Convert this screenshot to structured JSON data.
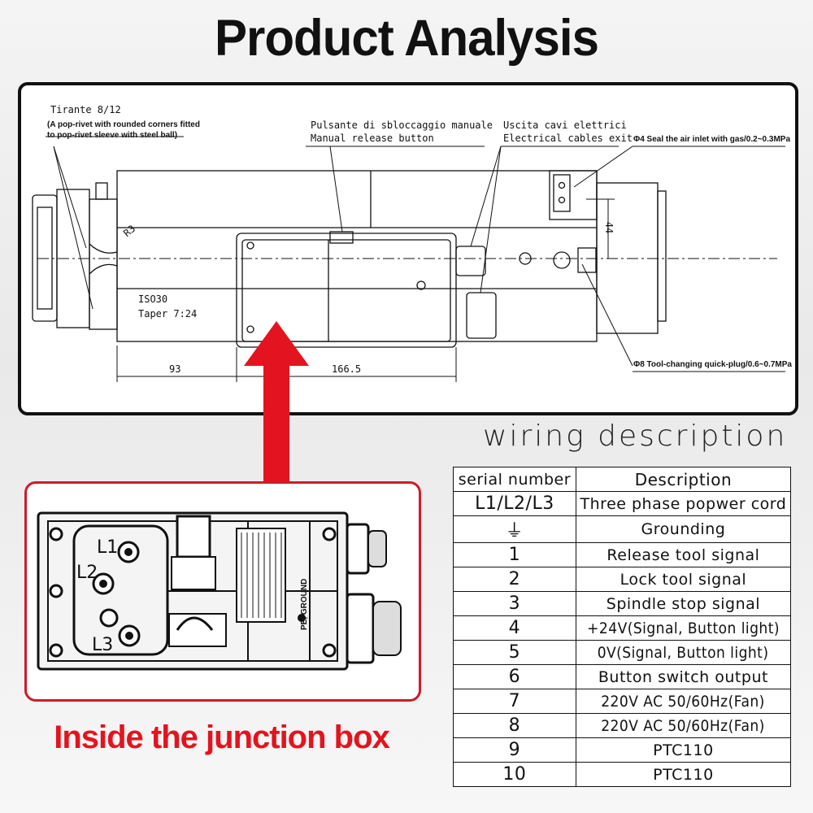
{
  "title": "Product Analysis",
  "drawing": {
    "tirante": "Tirante 8/12",
    "tirante_note_1": "(A pop-rivet with rounded corners fitted",
    "tirante_note_2": "to pop-rivet sleeve with steel ball)",
    "release_it": "Pulsante di sbloccaggio manuale",
    "release_en": "Manual release button",
    "cables_it": "Uscita cavi elettrici",
    "cables_en": "Electrical cables exit",
    "air_seal": "Φ4 Seal the air inlet with gas/0.2~0.3MPa",
    "taper_1": "ISO30",
    "taper_2": "Taper 7:24",
    "quick_plug": "Φ8 Tool-changing quick-plug/0.6~0.7MPa",
    "dim_93": "93",
    "dim_166": "166.5",
    "dim_44": "44",
    "radius": "R3"
  },
  "junction": {
    "caption": "Inside the junction box",
    "labels": [
      "L1",
      "L2",
      "L3"
    ],
    "pe_label": "PE, GROUND"
  },
  "wiring": {
    "heading": "wiring description",
    "header": {
      "serial": "serial number",
      "description": "Description"
    },
    "rows": [
      {
        "serial": "L1/L2/L3",
        "description": "Three phase popwer cord"
      },
      {
        "serial": "⏚",
        "description": "Grounding"
      },
      {
        "serial": "1",
        "description": "Release tool signal"
      },
      {
        "serial": "2",
        "description": "Lock tool signal"
      },
      {
        "serial": "3",
        "description": "Spindle stop signal"
      },
      {
        "serial": "4",
        "description": "+24V(Signal, Button light)"
      },
      {
        "serial": "5",
        "description": "0V(Signal, Button light)"
      },
      {
        "serial": "6",
        "description": "Button switch output"
      },
      {
        "serial": "7",
        "description": "220V AC 50/60Hz(Fan)"
      },
      {
        "serial": "8",
        "description": "220V AC 50/60Hz(Fan)"
      },
      {
        "serial": "9",
        "description": "PTC110"
      },
      {
        "serial": "10",
        "description": "PTC110"
      }
    ]
  },
  "colors": {
    "accent_red": "#e3141f",
    "frame_red": "#d11a2a",
    "line": "#111111"
  }
}
